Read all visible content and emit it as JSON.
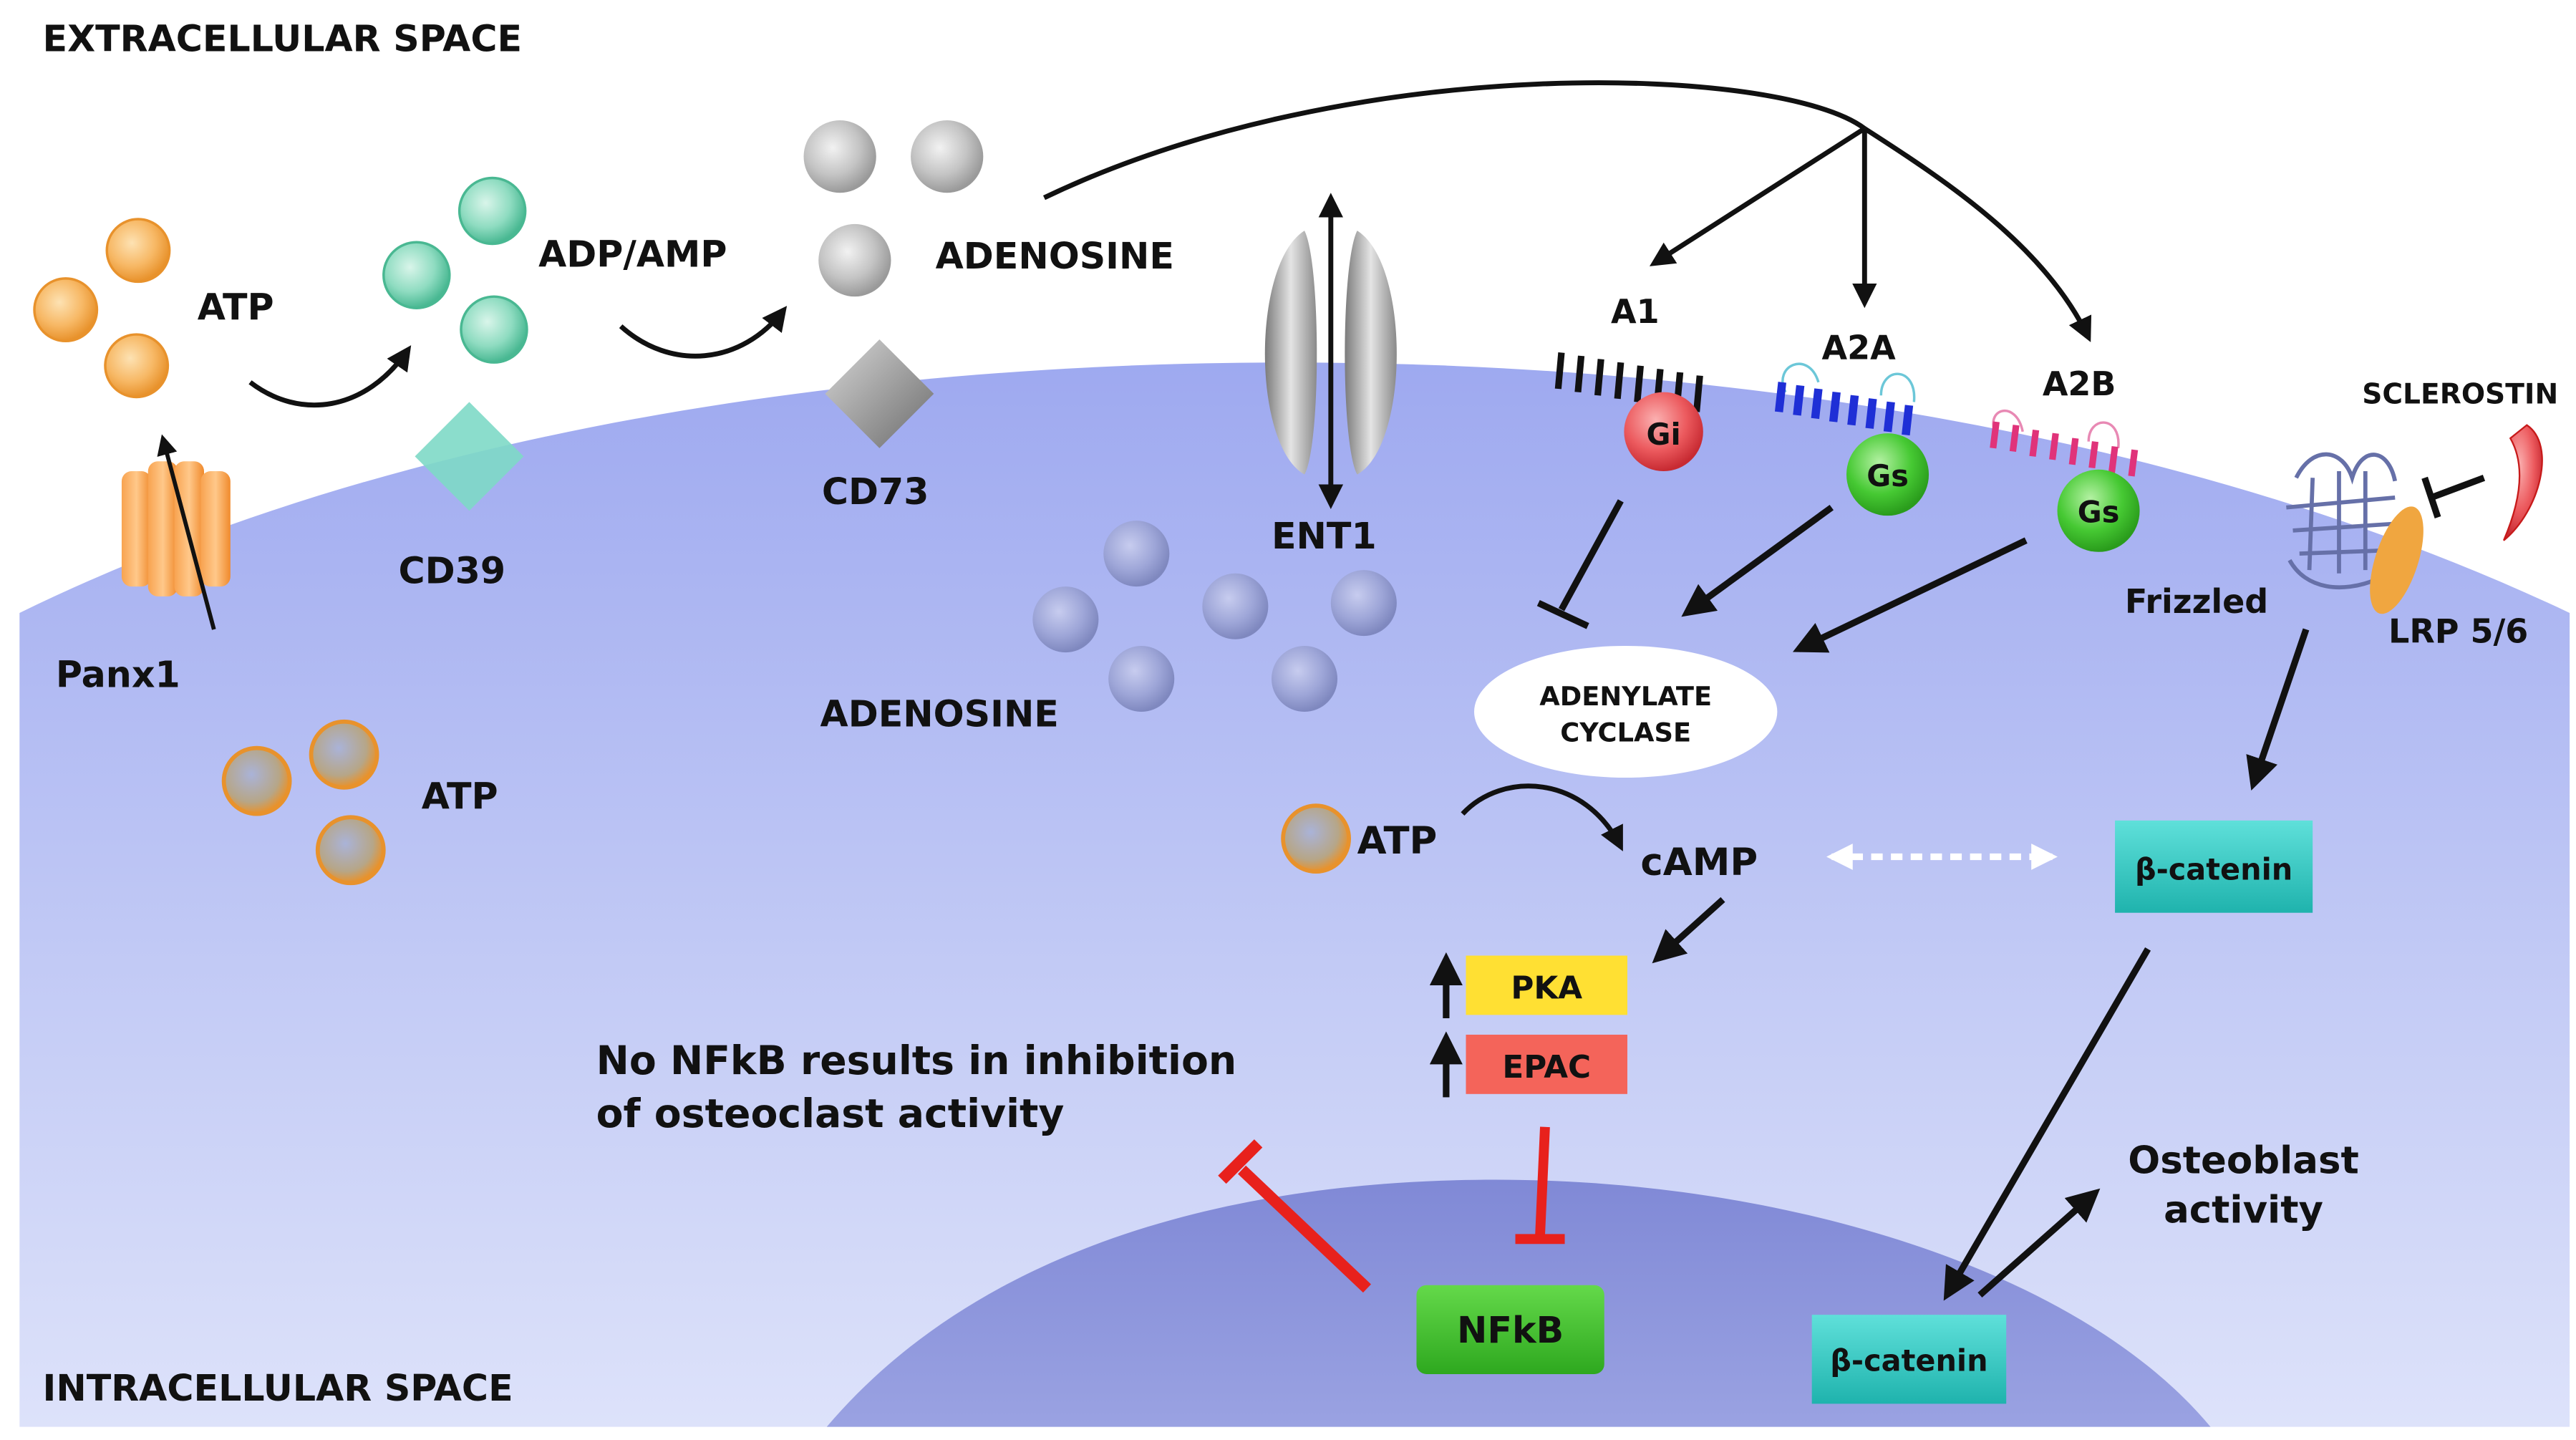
{
  "labels": {
    "extracellular": "EXTRACELLULAR SPACE",
    "intracellular": "INTRACELLULAR SPACE",
    "atp_out": "ATP",
    "adp_amp": "ADP/AMP",
    "adenosine_out": "ADENOSINE",
    "panx1": "Panx1",
    "cd39": "CD39",
    "cd73": "CD73",
    "ent1": "ENT1",
    "adenosine_in": "ADENOSINE",
    "atp_in": "ATP",
    "a1": "A1",
    "a2a": "A2A",
    "a2b": "A2B",
    "gi": "Gi",
    "gs_a2a": "Gs",
    "gs_a2b": "Gs",
    "sclerostin": "SCLEROSTIN",
    "frizzled": "Frizzled",
    "lrp": "LRP 5/6",
    "adenylate_line1": "ADENYLATE",
    "adenylate_line2": "CYCLASE",
    "atp_ac": "ATP",
    "camp": "cAMP",
    "pka": "PKA",
    "epac": "EPAC",
    "beta_catenin_cyto": "β-catenin",
    "beta_catenin_nuc": "β-catenin",
    "nfkb": "NFkB",
    "nfkb_note_line1": "No NFkB results in inhibition",
    "nfkb_note_line2": "of osteoclast activity",
    "osteoblast_line1": "Osteoblast",
    "osteoblast_line2": "activity"
  },
  "colors": {
    "atp": "#f4a340",
    "adp_amp": "#5fc7a6",
    "adenosine": "#b8b8b8",
    "cell": "#b3bff5",
    "nucleus": "#8a93d8",
    "gi": "#e8434a",
    "gs": "#3cc22a",
    "a1_receptor": "#111111",
    "a2a_receptor": "#1f2fd6",
    "a2b_receptor": "#e0337a",
    "pka": "#ffe033",
    "epac": "#f4645a",
    "beta_catenin": "#2ec6c0",
    "nfkb": "#3cc22a",
    "inhibition": "#e8211c",
    "sclerostin": "#e8211c",
    "lrp": "#f0a640",
    "frizzled": "#6670a8"
  }
}
